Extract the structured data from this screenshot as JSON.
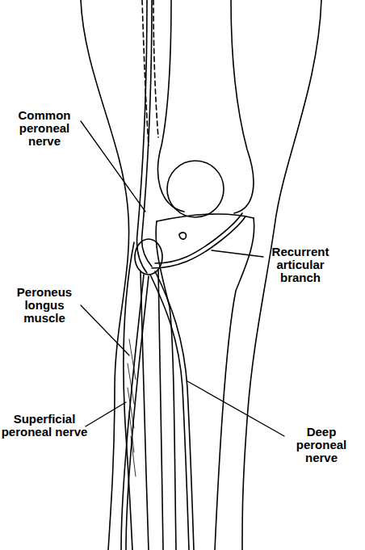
{
  "diagram": {
    "labels": [
      "Common peroneal nerve",
      "Peroneus longus muscle",
      "Superficial peroneal nerve",
      "Recurrent articular branch",
      "Deep peroneal nerve"
    ]
  }
}
